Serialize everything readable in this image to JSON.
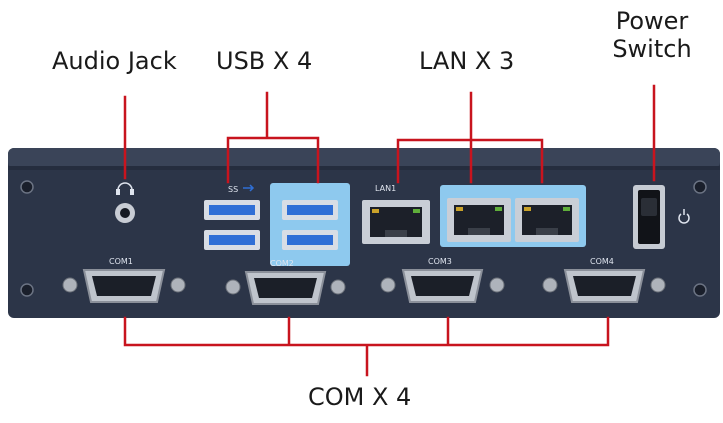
{
  "callouts": {
    "audio_jack": "Audio Jack",
    "usb": "USB X 4",
    "lan": "LAN X 3",
    "power_line1": "Power",
    "power_line2": "Switch",
    "com": "COM X 4"
  },
  "port_labels": {
    "com1": "COM1",
    "com2": "COM2",
    "com3": "COM3",
    "com4": "COM4",
    "lan1": "LAN1"
  },
  "colors": {
    "leader_line": "#c8141e",
    "chassis": "#2c3548",
    "chassis_top": "#3a4458",
    "usb_blue": "#2f6fd6",
    "highlight_box": "#8ec9ee"
  },
  "icons": {
    "headphone": "headphone-icon",
    "usb": "usb-icon",
    "power": "power-icon"
  }
}
